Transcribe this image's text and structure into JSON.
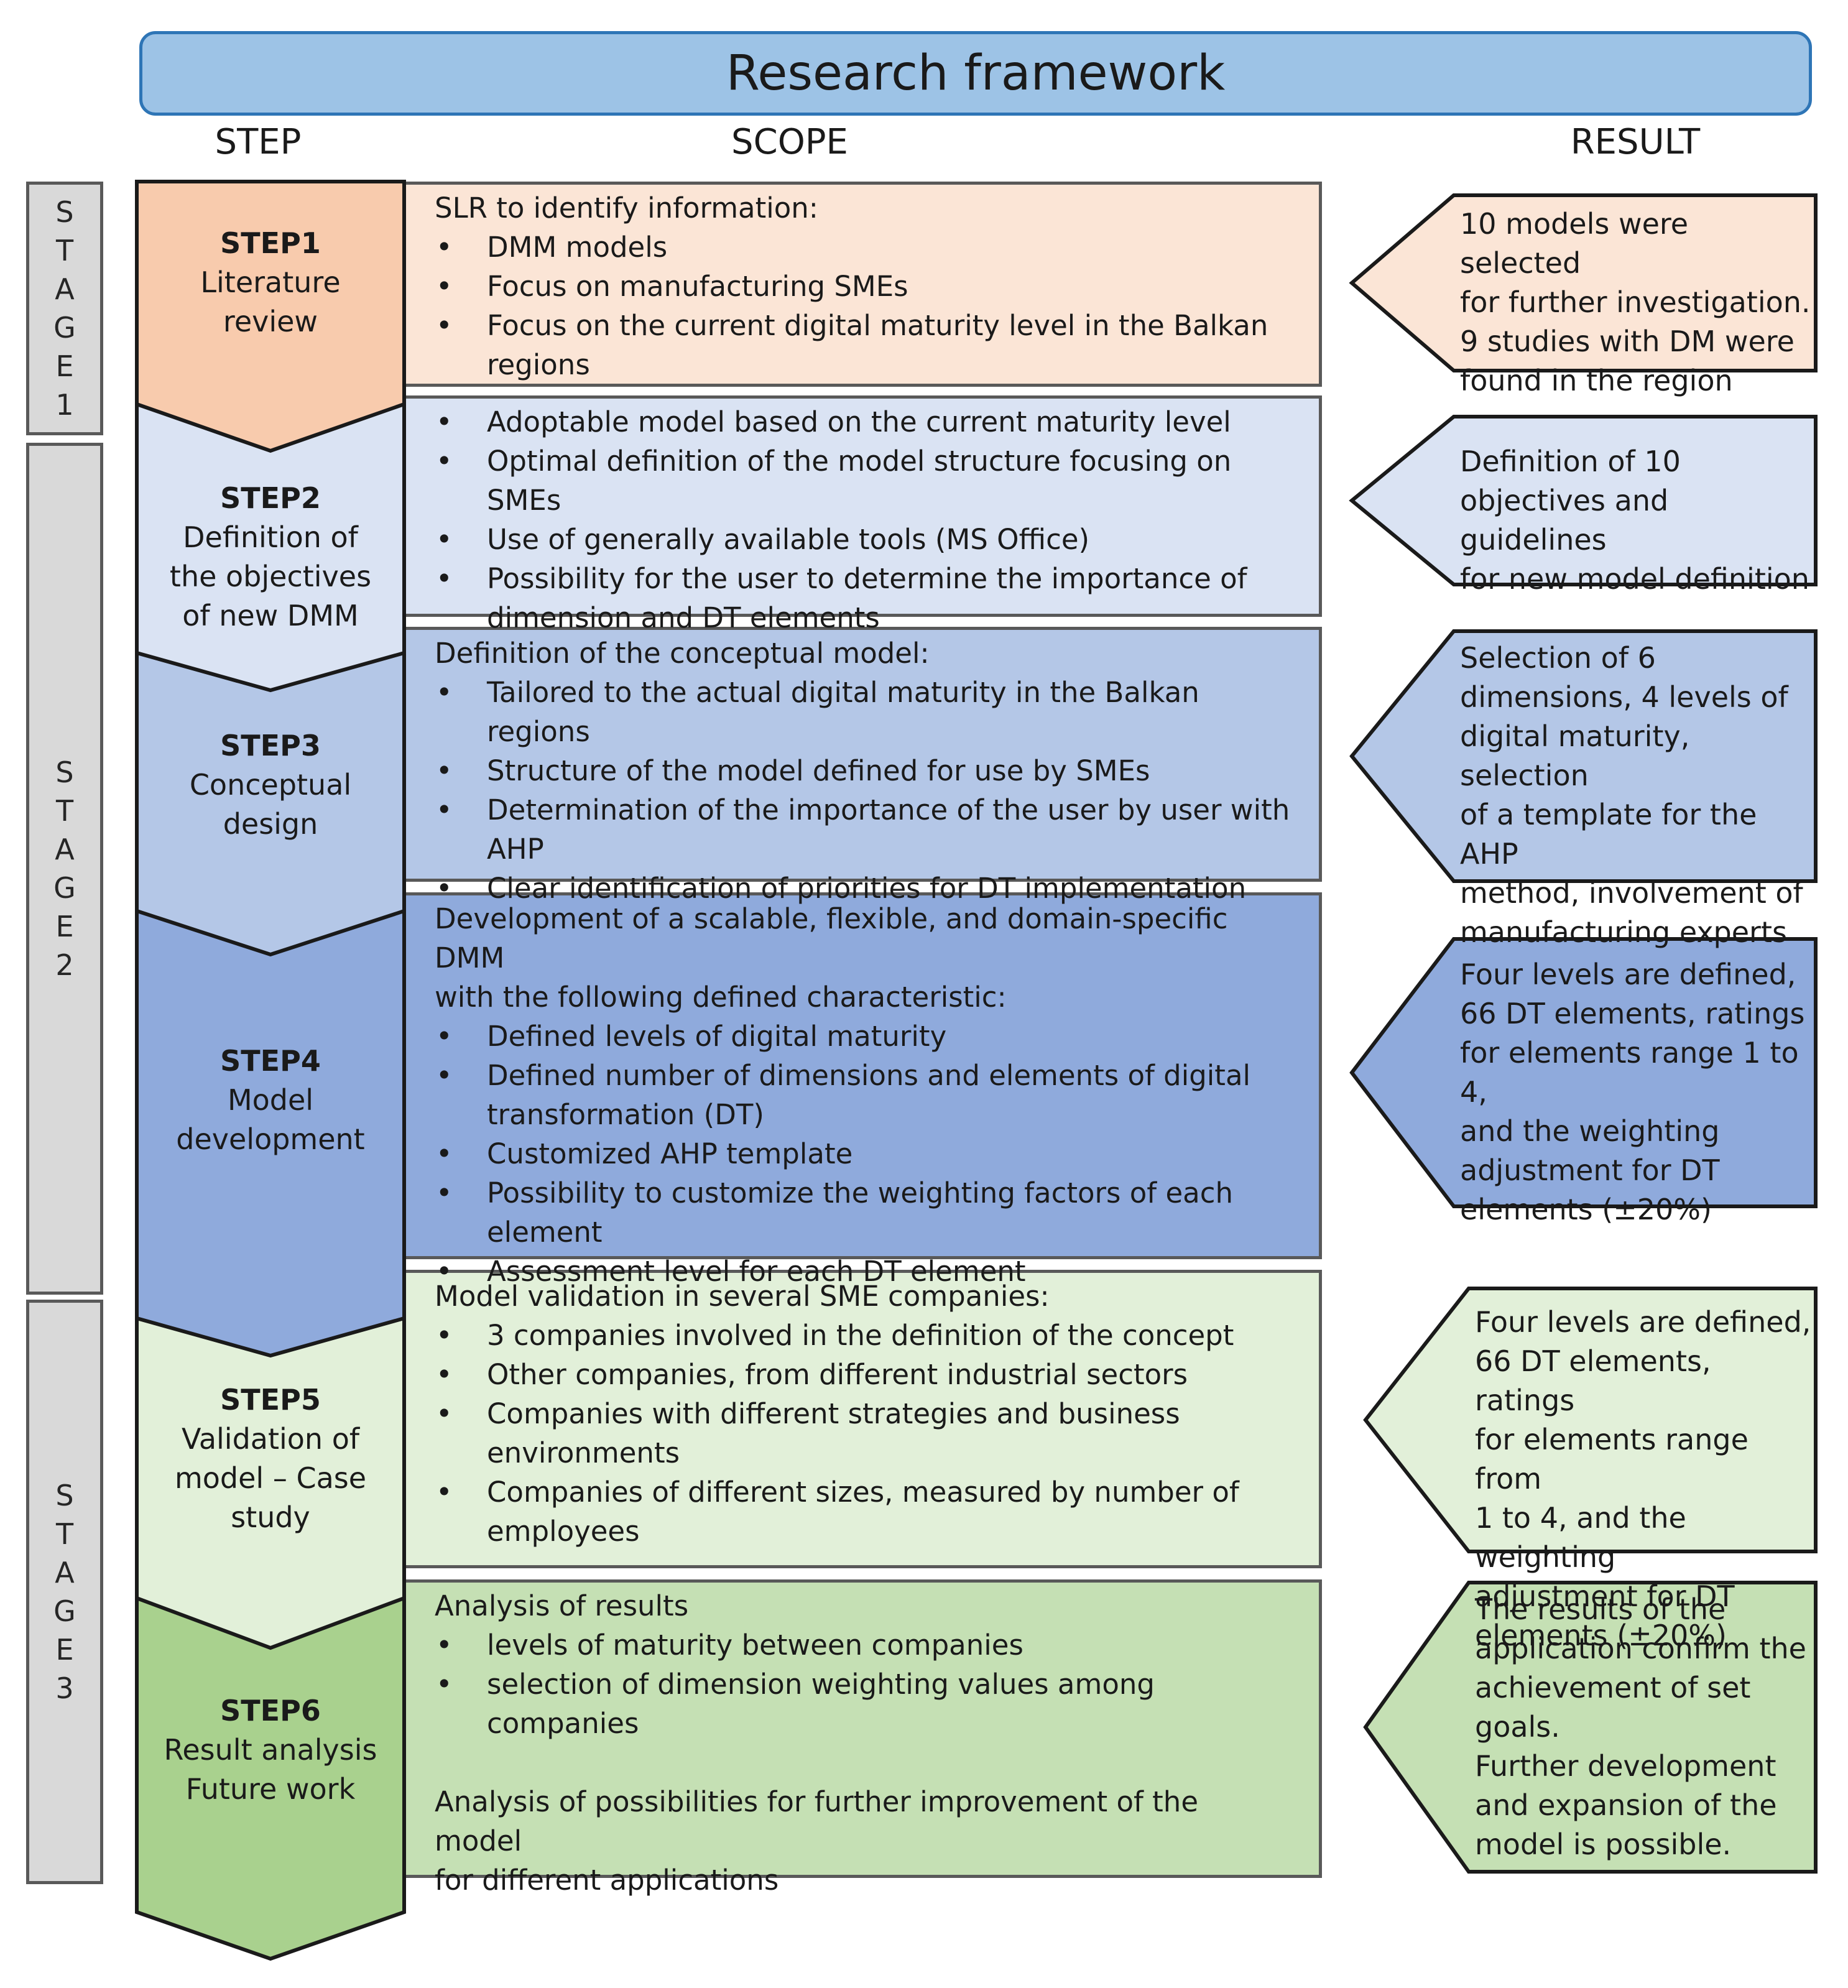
{
  "title": "Research framework",
  "columns": {
    "step": "STEP",
    "scope": "SCOPE",
    "result": "RESULT"
  },
  "stages": [
    {
      "label": "STAGE1",
      "letters": [
        "S",
        "T",
        "A",
        "G",
        "E",
        "1"
      ]
    },
    {
      "label": "STAGE2",
      "letters": [
        "S",
        "T",
        "A",
        "G",
        "E",
        "2"
      ]
    },
    {
      "label": "STAGE3",
      "letters": [
        "S",
        "T",
        "A",
        "G",
        "E",
        "3"
      ]
    }
  ],
  "steps": [
    {
      "name": "STEP1",
      "desc": "Literature\nreview",
      "color": "#f8cbad",
      "scope_fill": "#fbe5d6",
      "scope_intro": "SLR to identify information:",
      "scope_items": [
        "DMM models",
        "Focus on  manufacturing SMEs",
        "Focus on the current digital maturity level in the Balkan regions"
      ],
      "result": "10 models were selected\nfor further investigation.\n9 studies with DM were\nfound in the region"
    },
    {
      "name": "STEP2",
      "desc": "Definition of\nthe objectives\nof new DMM",
      "color": "#dae3f3",
      "scope_fill": "#dae3f3",
      "scope_intro": "",
      "scope_items": [
        "Adoptable model based on the current maturity level",
        "Optimal definition of the model structure focusing on SMEs",
        "Use of generally available tools (MS Office)",
        "Possibility for the user to  determine the importance of dimension and DT elements"
      ],
      "result": "Definition of 10\nobjectives and guidelines\nfor new model definition"
    },
    {
      "name": "STEP3",
      "desc": "Conceptual\ndesign",
      "color": "#b4c7e7",
      "scope_fill": "#b4c7e7",
      "scope_intro": "Definition of the conceptual model:",
      "scope_items": [
        "Tailored to the actual digital maturity in the Balkan regions",
        "Structure of the model defined for use by SMEs",
        "Determination of the importance of the user by user with AHP",
        "Clear identification of priorities for DT implementation"
      ],
      "result": "Selection of 6\ndimensions, 4 levels of\ndigital maturity, selection\nof a template for the  AHP\nmethod, involvement of\nmanufacturing experts"
    },
    {
      "name": "STEP4",
      "desc": "Model\ndevelopment",
      "color": "#8faadc",
      "scope_fill": "#8faadc",
      "scope_intro": "Development of a scalable, flexible, and domain-specific DMM\nwith the following defined characteristic:",
      "scope_items": [
        "Defined levels of digital maturity",
        "Defined number of dimensions and elements of digital transformation (DT)",
        "Customized AHP template",
        "Possibility to customize the weighting factors of each element",
        "Assessment level for each DT element"
      ],
      "result": "Four levels are defined,\n66 DT elements, ratings\nfor elements range 1 to 4,\nand the weighting\nadjustment for DT\nelements (±20%)"
    },
    {
      "name": "STEP5",
      "desc": "Validation of\nmodel – Case\nstudy",
      "color": "#e2f0d9",
      "scope_fill": "#e2f0d9",
      "scope_intro": "Model validation in several SME companies:",
      "scope_items": [
        "3 companies involved in the definition of the concept",
        "Other companies, from different industrial sectors",
        "Companies with different strategies and business environments",
        "Companies of different sizes, measured by number of employees"
      ],
      "result": "Four levels are defined,\n66 DT elements, ratings\nfor elements range from\n1 to 4, and the weighting\nadjustment for DT\nelements (±20%)"
    },
    {
      "name": "STEP6",
      "desc": "Result analysis\nFuture work",
      "color": "#a9d18e",
      "scope_fill": "#c5e0b4",
      "scope_intro": "Analysis of results",
      "scope_items": [
        "levels of maturity between companies",
        "selection of dimension weighting values among companies"
      ],
      "scope_outro": "Analysis of possibilities for further improvement of the model\nfor different applications",
      "result": "The results of the\napplication confirm the\nachievement of set\ngoals.\nFurther development\nand expansion of the\nmodel is possible."
    }
  ]
}
